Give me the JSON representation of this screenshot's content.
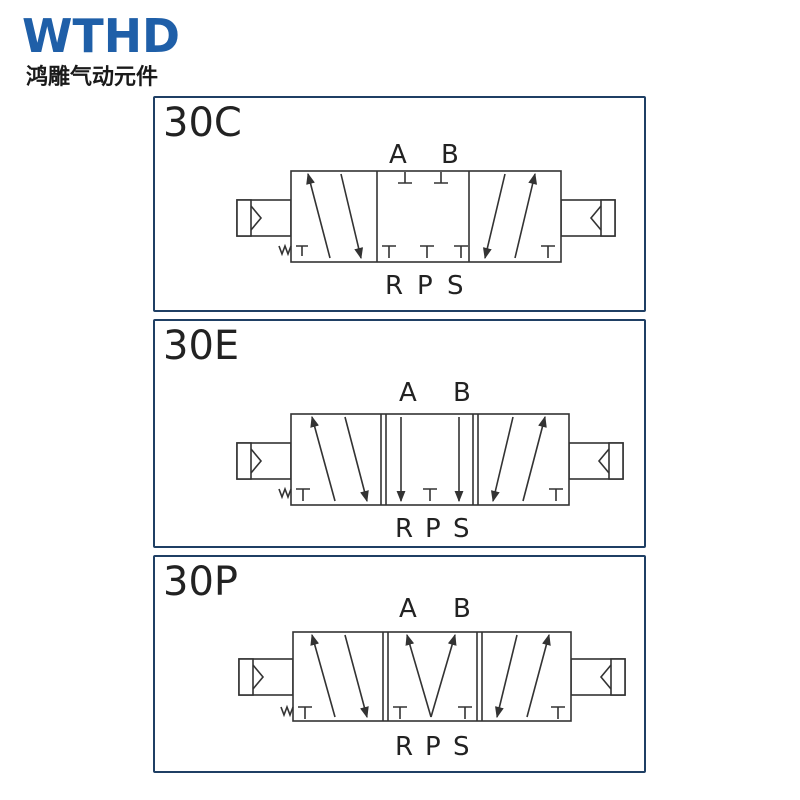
{
  "logo": {
    "mark_text": "WTHD",
    "subtitle": "鸿雕气动元件",
    "brand_color": "#1f5fa8"
  },
  "panels": [
    {
      "id": "30C",
      "title": "30C",
      "port_labels": {
        "ab": [
          "A",
          "B"
        ],
        "rps": [
          "R",
          "P",
          "S"
        ]
      }
    },
    {
      "id": "30E",
      "title": "30E",
      "port_labels": {
        "ab": [
          "A",
          "B"
        ],
        "rps": [
          "R",
          "P",
          "S"
        ]
      }
    },
    {
      "id": "30P",
      "title": "30P",
      "port_labels": {
        "ab": [
          "A",
          "B"
        ],
        "rps": [
          "R",
          "P",
          "S"
        ]
      }
    }
  ],
  "colors": {
    "border": "#1f3f64",
    "line": "#333333",
    "text": "#222222"
  }
}
